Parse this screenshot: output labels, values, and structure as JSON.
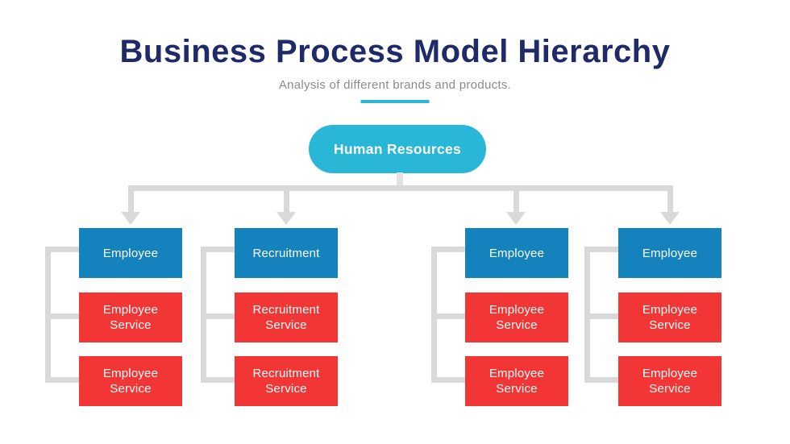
{
  "header": {
    "title": "Business Process Model Hierarchy",
    "subtitle": "Analysis of different brands and products."
  },
  "root_node": {
    "label": "Human Resources"
  },
  "columns": [
    {
      "header": "Employee",
      "children": [
        "Employee Service",
        "Employee Service"
      ]
    },
    {
      "header": "Recruitment",
      "children": [
        "Recruitment Service",
        "Recruitment Service"
      ]
    },
    {
      "header": "Employee",
      "children": [
        "Employee Service",
        "Employee Service"
      ]
    },
    {
      "header": "Employee",
      "children": [
        "Employee Service",
        "Employee Service"
      ]
    }
  ],
  "colors": {
    "title_navy": "#1f2b69",
    "subtitle_gray": "#8a8a8a",
    "accent_cyan": "#29b7d8",
    "node_blue": "#1482bd",
    "node_red": "#f23535",
    "connector_gray": "#d9d9d9"
  }
}
